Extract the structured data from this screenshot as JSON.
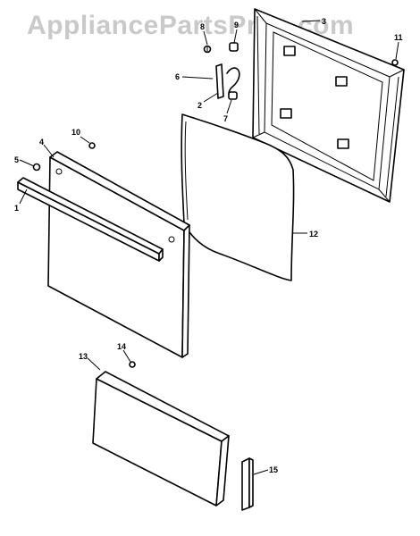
{
  "watermark": "AppliancePartsPros.com",
  "callouts": {
    "c1": "1",
    "c2": "2",
    "c3": "3",
    "c4": "4",
    "c5": "5",
    "c6": "6",
    "c7": "7",
    "c8": "8",
    "c9": "9",
    "c10": "10",
    "c11": "11",
    "c12": "12",
    "c13": "13",
    "c14": "14",
    "c15": "15"
  }
}
